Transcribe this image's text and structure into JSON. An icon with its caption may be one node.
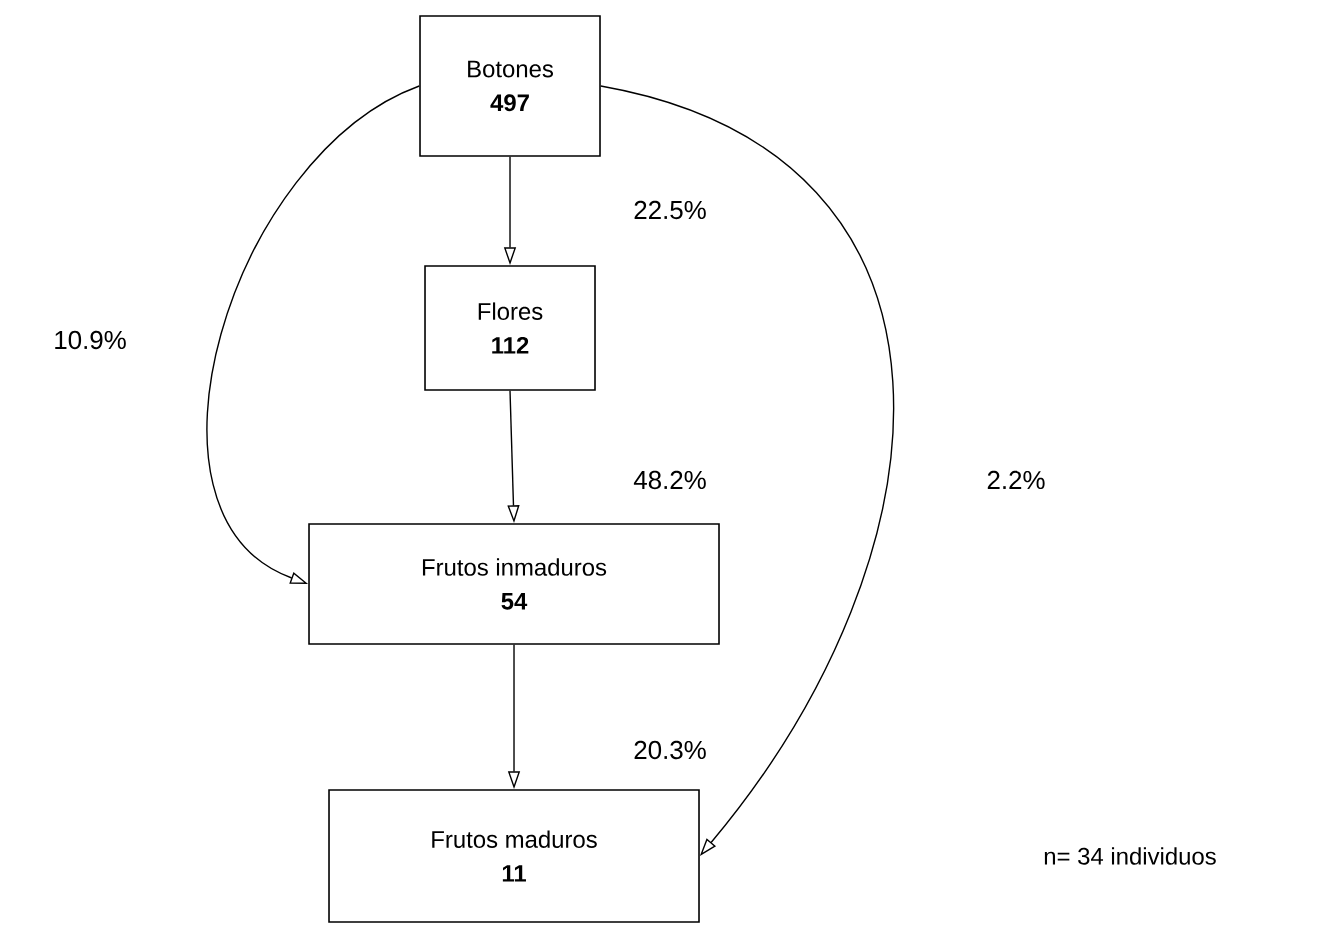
{
  "diagram": {
    "nodes": [
      {
        "text": [
          "Botones",
          "497"
        ]
      },
      {
        "text": [
          "Flores",
          "112"
        ]
      },
      {
        "text": [
          "Frutos inmaduros",
          "54"
        ]
      },
      {
        "text": [
          "Frutos maduros",
          "11"
        ]
      }
    ],
    "edges": [
      {
        "from": 0,
        "to": 1,
        "arrow": "to",
        "label": "22.5%"
      },
      {
        "from": 1,
        "to": 2,
        "arrow": "to",
        "label": "48.2%"
      },
      {
        "from": 2,
        "to": 3,
        "arrow": "to",
        "label": "20.3%"
      },
      {
        "from": 0,
        "to": 2,
        "arrow": "to",
        "label": "10.9%"
      },
      {
        "from": 0,
        "to": 3,
        "arrow": "to",
        "label": "2.2%"
      }
    ],
    "labels": [
      "n= 34 individuos"
    ]
  }
}
